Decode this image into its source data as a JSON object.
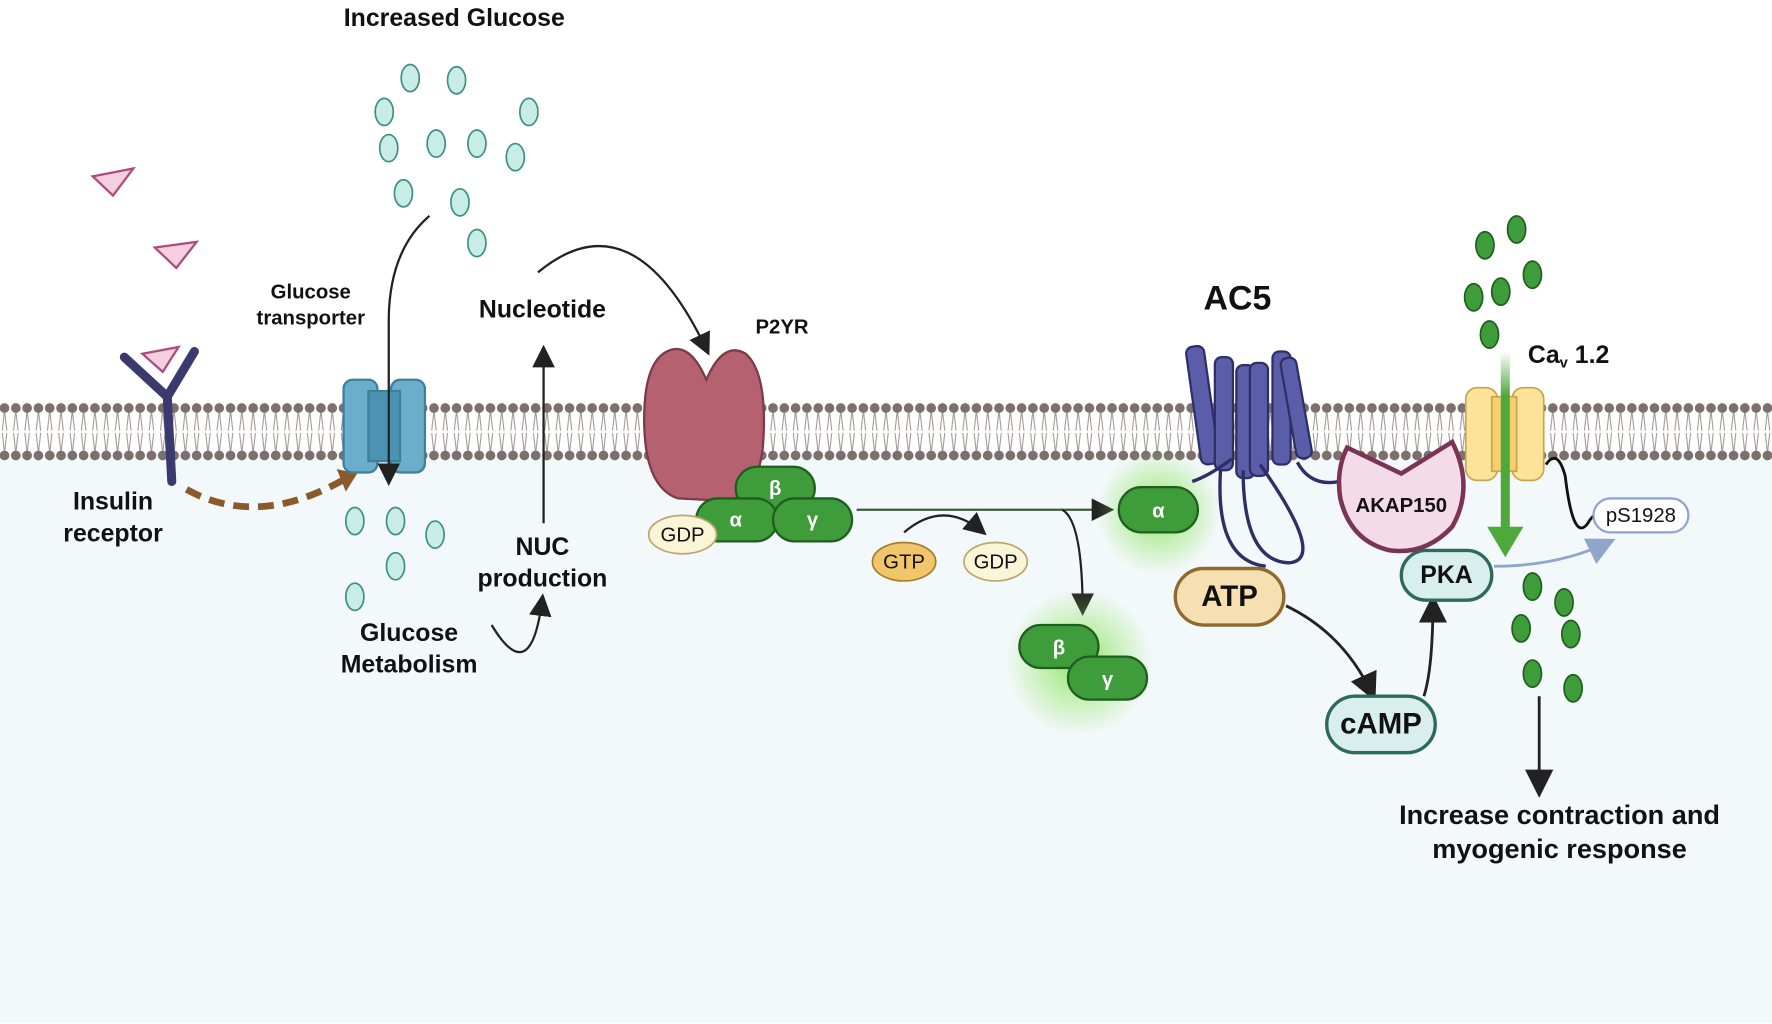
{
  "labels": {
    "increased_glucose": "Increased Glucose",
    "glucose_transporter_1": "Glucose",
    "glucose_transporter_2": "transporter",
    "nucleotide": "Nucleotide",
    "p2yr": "P2YR",
    "ac5": "AC5",
    "cav_main": "Ca",
    "cav_sub": "v",
    "cav_num": " 1.2",
    "insulin_1": "Insulin",
    "insulin_2": "receptor",
    "nuc_1": "NUC",
    "nuc_2": "production",
    "metab_1": "Glucose",
    "metab_2": "Metabolism",
    "gdp": "GDP",
    "gtp": "GTP",
    "gdp2": "GDP",
    "alpha": "α",
    "beta": "β",
    "gamma": "γ",
    "atp": "ATP",
    "camp": "cAMP",
    "pka": "PKA",
    "akap": "AKAP150",
    "ps1928": "pS1928",
    "outcome_1": "Increase contraction and",
    "outcome_2": "myogenic response"
  },
  "colors": {
    "glucose": "#c8ece6",
    "g_protein": "#3f9c3a",
    "p2yr": "#b5616f",
    "ac5": "#5a5ea8",
    "cav": "#fde39a",
    "akap": "#f5dbe7",
    "cytoplasm": "#f3f8fa",
    "membrane": "#7b706b"
  }
}
